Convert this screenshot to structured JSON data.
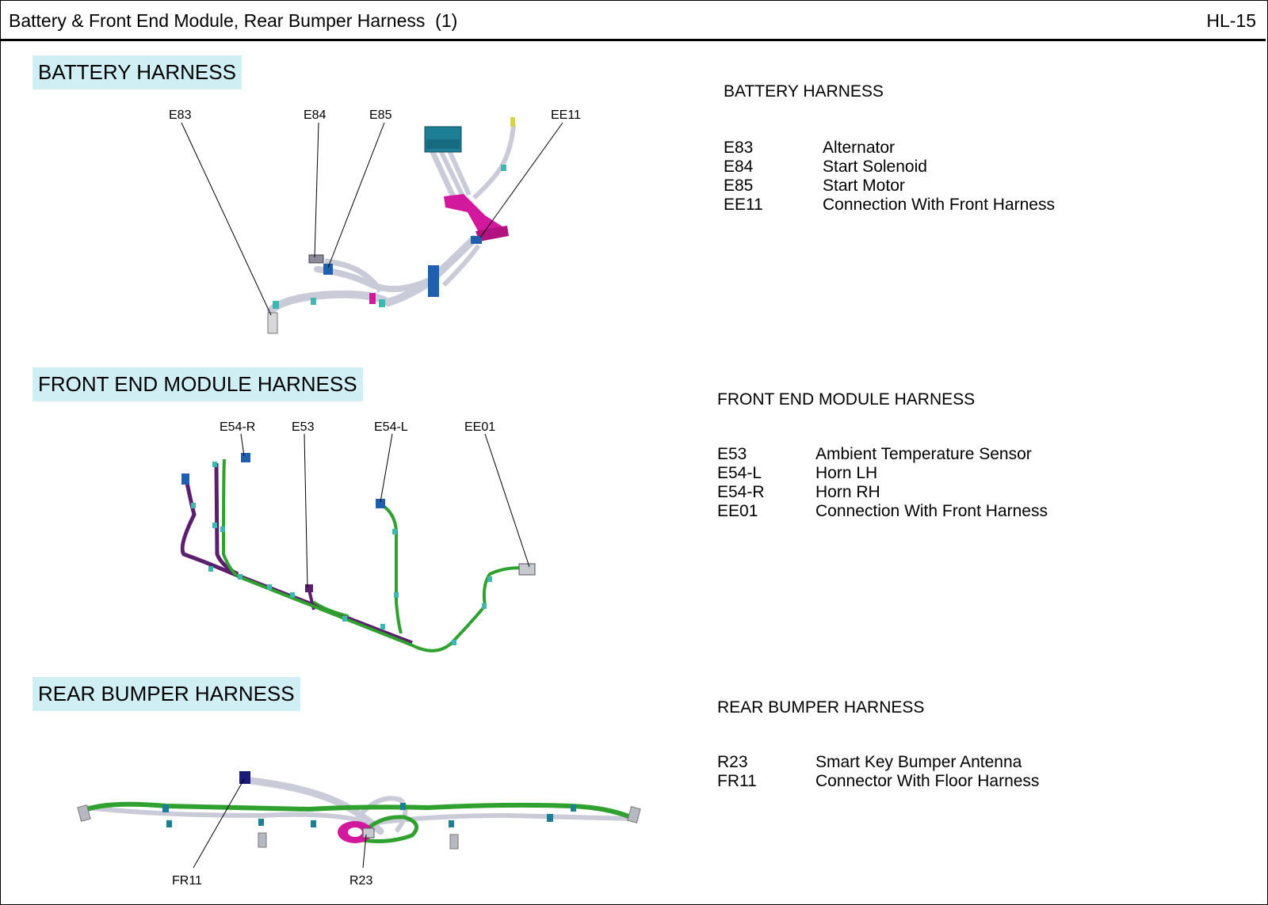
{
  "header": {
    "title": "Battery & Front End Module, Rear Bumper Harness  (1)",
    "code": "HL-15"
  },
  "sections": [
    {
      "title": "BATTERY HARNESS",
      "callouts": [
        "E83",
        "E84",
        "E85",
        "EE11"
      ],
      "list_title": "BATTERY HARNESS",
      "rows": [
        {
          "code": "E83",
          "desc": "Alternator"
        },
        {
          "code": "E84",
          "desc": "Start Solenoid"
        },
        {
          "code": "E85",
          "desc": "Start Motor"
        },
        {
          "code": "EE11",
          "desc": "Connection With Front Harness"
        }
      ]
    },
    {
      "title": "FRONT END MODULE HARNESS",
      "callouts": [
        "E54-R",
        "E53",
        "E54-L",
        "EE01"
      ],
      "list_title": "FRONT END MODULE HARNESS",
      "rows": [
        {
          "code": "E53",
          "desc": "Ambient Temperature Sensor"
        },
        {
          "code": "E54-L",
          "desc": "Horn LH"
        },
        {
          "code": "E54-R",
          "desc": "Horn RH"
        },
        {
          "code": "EE01",
          "desc": "Connection With Front Harness"
        }
      ]
    },
    {
      "title": "REAR BUMPER HARNESS",
      "callouts": [
        "FR11",
        "R23"
      ],
      "list_title": "REAR BUMPER HARNESS",
      "rows": [
        {
          "code": "R23",
          "desc": "Smart Key Bumper Antenna"
        },
        {
          "code": "FR11",
          "desc": "Connector With Floor Harness"
        }
      ]
    }
  ],
  "colors": {
    "title_bg": "#d0eff4",
    "wire_gray": "#c9cbd8",
    "wire_green": "#2fa12f",
    "wire_purple": "#5c1f6e",
    "magenta": "#d2189d",
    "connector_blue": "#1f5fae",
    "clip_teal": "#3cb8b0",
    "connector_teal": "#1c7f96",
    "navy": "#1a1a7a"
  }
}
